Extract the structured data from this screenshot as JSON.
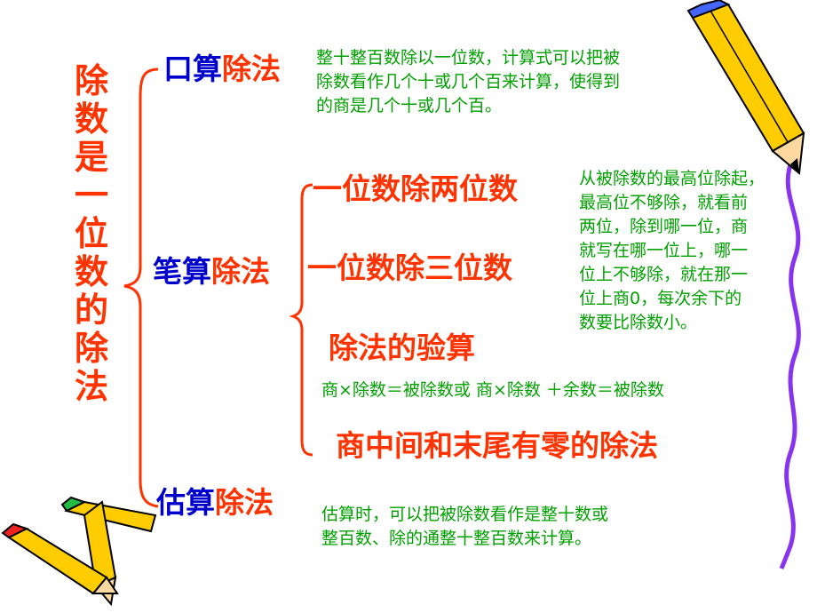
{
  "title": [
    "除",
    "数",
    "是",
    "一",
    "位",
    "数",
    "的",
    "除",
    "法"
  ],
  "methods": {
    "oral": {
      "prefix": "口算",
      "suffix": "除法"
    },
    "written": {
      "prefix": "笔算",
      "suffix": "除法"
    },
    "estimate": {
      "prefix": "估算",
      "suffix": "除法"
    }
  },
  "notes": {
    "oral": [
      "整十整百数除以一位数，计算式可以把被",
      "除数看作几个十或几个百来计算，使得到",
      "的商是几个十或几个百。"
    ],
    "written": [
      "从被除数的最高位除起，",
      "最高位不够除，就看前",
      "两位，除到哪一位，商",
      "就写在哪一位上，哪一",
      "位上不够除，就在那一",
      "位上商0，每次余下的",
      "数要比除数小。"
    ],
    "check": "商×除数＝被除数或 商×除数 ＋余数＝被除数",
    "estimate": [
      "估算时，可以把被除数看作是整十数或",
      "整百数、除的通整十整百数来计算。"
    ]
  },
  "subtopics": [
    "一位数除两位数",
    "一位数除三位数",
    "除法的验算",
    "商中间和末尾有零的除法"
  ],
  "colors": {
    "title": "#ff3300",
    "method_prefix": "#0000cc",
    "method_suffix": "#ff3300",
    "note": "#00a000",
    "brace": "#ff3300"
  }
}
